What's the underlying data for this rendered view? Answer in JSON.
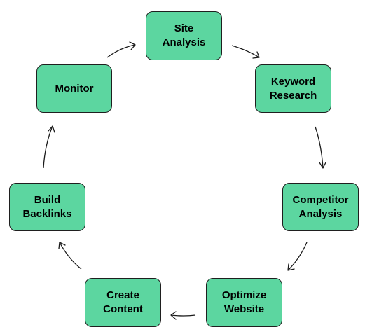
{
  "diagram": {
    "steps": [
      {
        "id": "site-analysis",
        "label": "Site\nAnalysis"
      },
      {
        "id": "keyword-research",
        "label": "Keyword\nResearch"
      },
      {
        "id": "competitor-analysis",
        "label": "Competitor\nAnalysis"
      },
      {
        "id": "optimize-website",
        "label": "Optimize\nWebsite"
      },
      {
        "id": "create-content",
        "label": "Create\nContent"
      },
      {
        "id": "build-backlinks",
        "label": "Build\nBacklinks"
      },
      {
        "id": "monitor",
        "label": "Monitor"
      }
    ],
    "flow": "clockwise-cycle",
    "colors": {
      "node_fill": "#5cd6a0",
      "node_border": "#1f1f1f",
      "arrow": "#1a1a1a",
      "background": "#ffffff"
    }
  }
}
